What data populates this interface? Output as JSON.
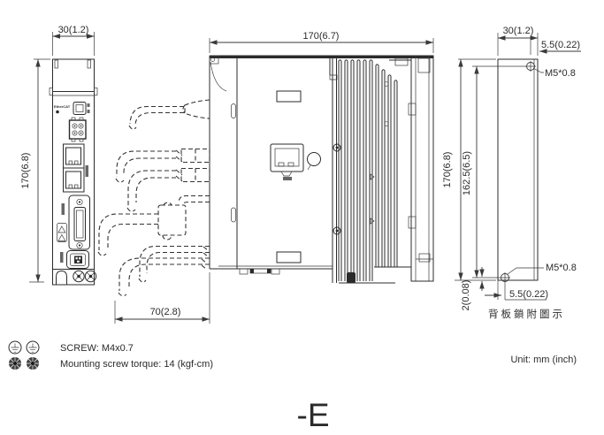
{
  "drawing": {
    "front_view": {
      "width_dim": "30(1.2)",
      "height_dim": "170(6.8)",
      "panel_logo": "EtherCAT"
    },
    "side_view": {
      "depth_dim": "170(6.7)",
      "cable_clearance_dim": "70(2.8)"
    },
    "back_view": {
      "width_dim": "30(1.2)",
      "top_hole_offset_dim": "5.5(0.22)",
      "top_hole_thread": "M5*0.8",
      "height_dim": "170(6.8)",
      "hole_pitch_dim": "162.5(6.5)",
      "bottom_hole_thread": "M5*0.8",
      "bottom_hole_offset_dim": "5.5(0.22)",
      "bottom_edge_offset_dim": "2(0.08)",
      "caption": "背板鎖附圖示"
    },
    "notes": {
      "screw_spec": "SCREW: M4x0.7",
      "torque_spec": "Mounting screw torque: 14 (kgf-cm)"
    },
    "unit_note": "Unit: mm (inch)",
    "model_suffix": "-E"
  },
  "colors": {
    "line": "#2b2b2b",
    "dim": "#3a3a3a",
    "background": "#ffffff"
  }
}
